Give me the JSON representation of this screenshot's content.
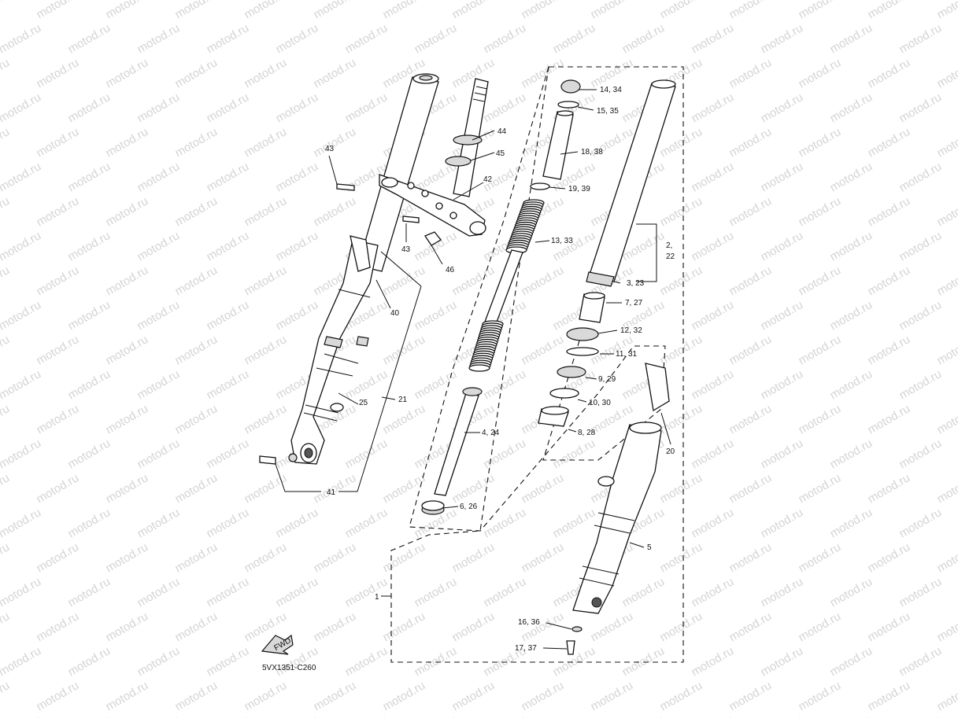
{
  "watermark": "motod.ru",
  "diagram_code": "5VX1351-C260",
  "fwd_label": "FWD",
  "callouts": {
    "c1": "1",
    "c2": "2,",
    "c22": "22",
    "c3": "3, 23",
    "c4": "4, 24",
    "c5": "5",
    "c6": "6, 26",
    "c7": "7, 27",
    "c8": "8, 28",
    "c9": "9, 29",
    "c10": "10, 30",
    "c11": "11, 31",
    "c12": "12, 32",
    "c13": "13, 33",
    "c14": "14, 34",
    "c15": "15, 35",
    "c16": "16, 36",
    "c17": "17, 37",
    "c18": "18, 38",
    "c19": "19, 39",
    "c20": "20",
    "c21": "21",
    "c25": "25",
    "c40": "40",
    "c41": "41",
    "c42": "42",
    "c43a": "43",
    "c43b": "43",
    "c44": "44",
    "c45": "45",
    "c46": "46"
  },
  "colors": {
    "line": "#111111",
    "watermark": "#d4d4d4",
    "background": "#ffffff"
  }
}
